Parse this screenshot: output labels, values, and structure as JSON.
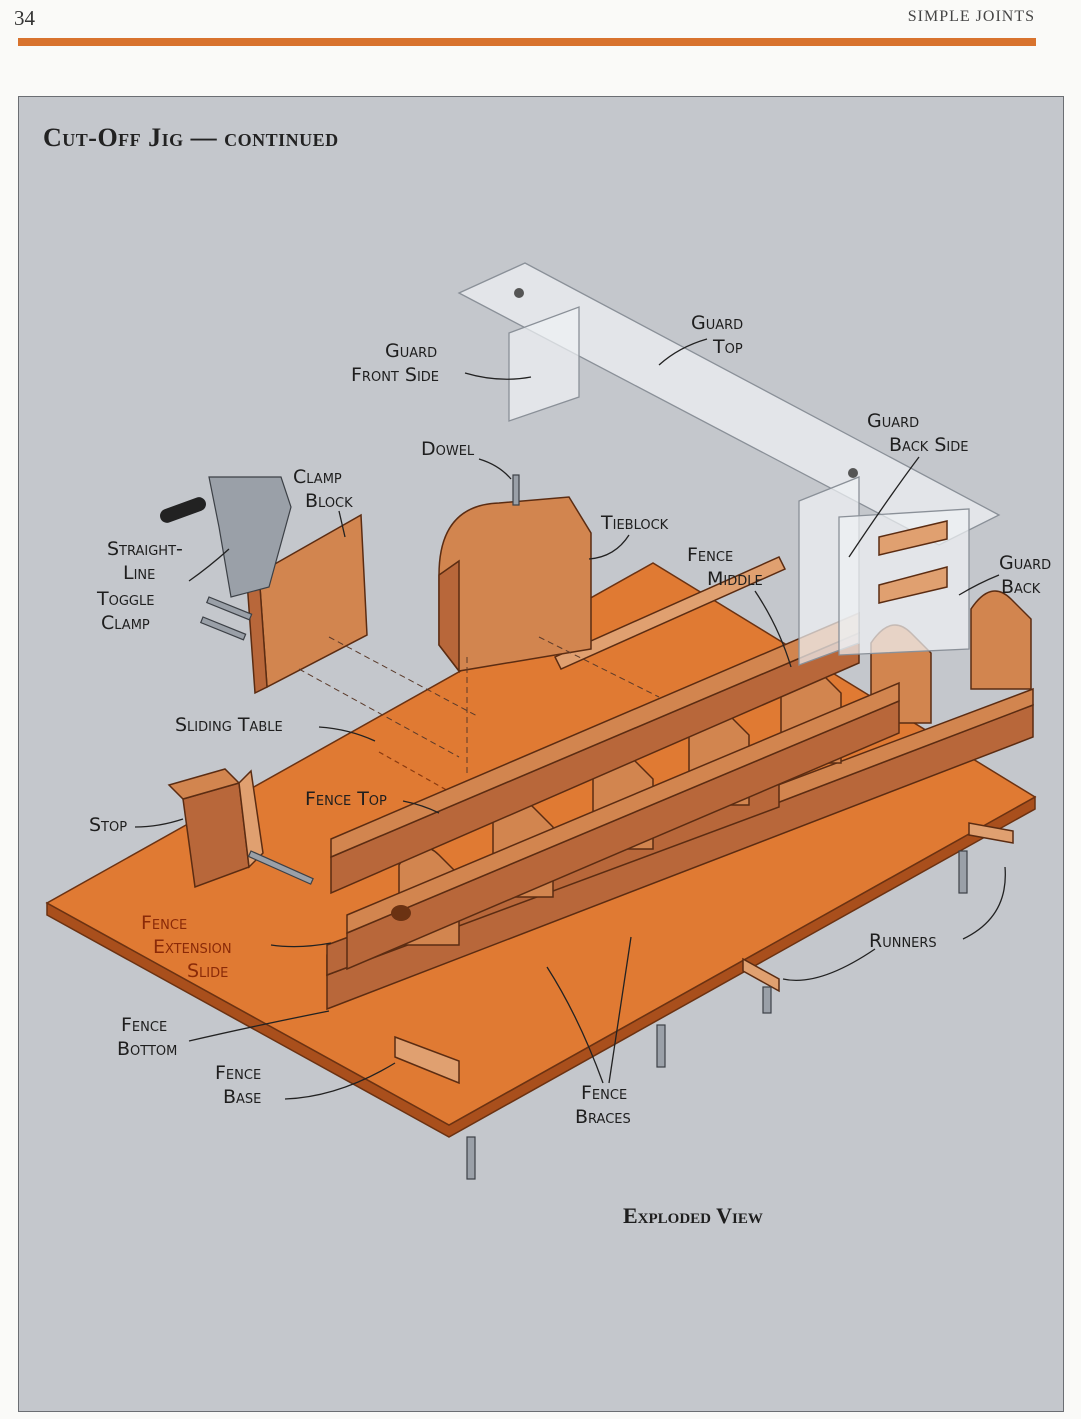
{
  "header": {
    "page_number": "34",
    "running_head": "SIMPLE JOINTS"
  },
  "title": "Cut-Off Jig — continued",
  "caption": "Exploded View",
  "labels": {
    "guard_top": [
      "Guard",
      "Top"
    ],
    "guard_front_side": [
      "Guard",
      "Front Side"
    ],
    "guard_back_side": [
      "Guard",
      "Back Side"
    ],
    "guard_back": [
      "Guard",
      "Back"
    ],
    "dowel": "Dowel",
    "clamp_block": [
      "Clamp",
      "Block"
    ],
    "tieblock": "Tieblock",
    "toggle_clamp": [
      "Straight-",
      "Line",
      "Toggle",
      "Clamp"
    ],
    "fence_middle": [
      "Fence",
      "Middle"
    ],
    "sliding_table": "Sliding Table",
    "stop": "Stop",
    "fence_top": "Fence Top",
    "fence_extension_slide": [
      "Fence",
      "Extension",
      "Slide"
    ],
    "runners": "Runners",
    "fence_bottom": [
      "Fence",
      "Bottom"
    ],
    "fence_base": [
      "Fence",
      "Base"
    ],
    "fence_braces": [
      "Fence",
      "Braces"
    ]
  }
}
